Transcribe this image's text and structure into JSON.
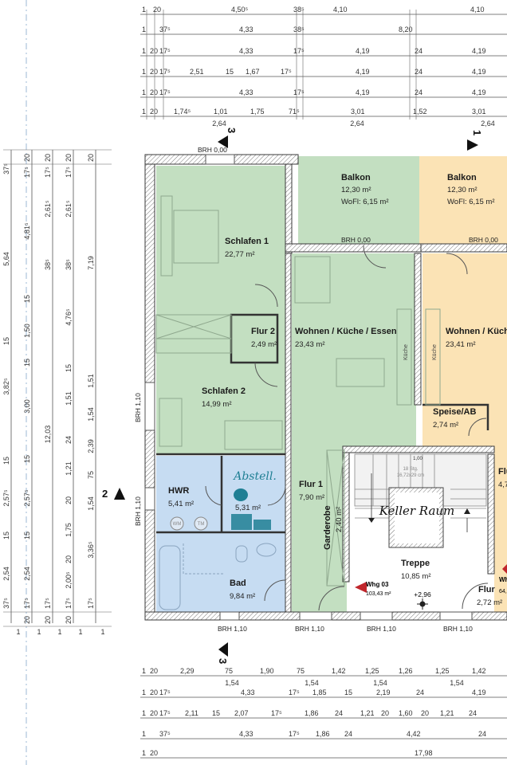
{
  "colors": {
    "green_unit": "#c3dfc1",
    "blue_wet": "#c6dcf2",
    "yellow_unit": "#fbe3b5",
    "stair": "#ffffff",
    "wall": "#3a3a3a",
    "annotation_teal": "#1f7f94",
    "marker_red": "#c0262c"
  },
  "top_dimensions": [
    [
      "1",
      "20",
      "4,50⁵",
      "38⁵",
      "4,10",
      "4,10"
    ],
    [
      "1",
      "37⁵",
      "4,33",
      "38⁵",
      "8,20"
    ],
    [
      "1",
      "20",
      "17⁵",
      "4,33",
      "17⁵",
      "4,19",
      "24",
      "4,19"
    ],
    [
      "1",
      "20",
      "17⁵",
      "2,51",
      "15",
      "1,67",
      "17⁵",
      "4,19",
      "24",
      "4,19"
    ],
    [
      "1",
      "20",
      "17⁵",
      "4,33",
      "17⁵",
      "4,19",
      "24",
      "4,19"
    ],
    [
      "1",
      "20",
      "1,74⁵",
      "1,01",
      "1,75",
      "71⁵",
      "3,01",
      "1,52",
      "3,01"
    ]
  ],
  "top_sub_labels": [
    "2,64",
    "2,64",
    "2,64"
  ],
  "bottom_dimensions": [
    [
      "1",
      "20",
      "2,29",
      "75",
      "1,90",
      "75",
      "1,42",
      "1,25",
      "1,26",
      "1,25",
      "1,42"
    ],
    [
      "1",
      "20",
      "17⁵",
      "4,33",
      "17⁵",
      "1,85",
      "15",
      "2,19",
      "24",
      "4,19"
    ],
    [
      "1",
      "20",
      "17⁵",
      "2,11",
      "15",
      "2,07",
      "17⁵",
      "1,86",
      "24",
      "1,21",
      "20",
      "1,60",
      "20",
      "1,21",
      "24"
    ],
    [
      "1",
      "37⁵",
      "4,33",
      "17⁵",
      "1,86",
      "24",
      "4,42",
      "24"
    ],
    [
      "1",
      "20",
      "17,98"
    ]
  ],
  "bottom_sub_labels": [
    "1,54",
    "1,54",
    "1,54",
    "1,54"
  ],
  "left_dimensions": {
    "col1": [
      "37⁵",
      "5,64",
      "15",
      "3,82⁵",
      "15",
      "2,57⁵",
      "15",
      "2,54",
      "37⁵"
    ],
    "col2": [
      "20",
      "17⁵",
      "4,81⁵",
      "15",
      "1,50",
      "15",
      "3,00",
      "15",
      "2,57⁵",
      "15",
      "2,54",
      "17⁵",
      "20"
    ],
    "col3": [
      "20",
      "17⁵",
      "2,61⁵",
      "38⁵",
      "12,03",
      "17⁵",
      "20"
    ],
    "col4": [
      "20",
      "17⁵",
      "2,61⁵",
      "38⁵",
      "4,76⁵",
      "15",
      "1,51",
      "24",
      "1,21",
      "20",
      "1,75",
      "20",
      "2,00⁵",
      "17⁵",
      "20"
    ],
    "col5": [
      "20",
      "7,19",
      "1,51",
      "1,54",
      "2,39",
      "75",
      "1,54",
      "3,36⁵",
      "17⁵"
    ],
    "ends": [
      "1",
      "1",
      "1",
      "1",
      "1"
    ]
  },
  "section_markers": {
    "s3_top": "3",
    "s1_top": "1",
    "s2_left": "2",
    "s3_bottom": "3"
  },
  "rooms": {
    "schlafen1": {
      "name": "Schlafen 1",
      "area": "22,77 m²"
    },
    "balkon_left": {
      "name": "Balkon",
      "area": "12,30 m²",
      "wofl": "WoFl: 6,15 m²"
    },
    "balkon_right": {
      "name": "Balkon",
      "area": "12,30 m²",
      "wofl": "WoFl: 6,15 m²"
    },
    "flur2": {
      "name": "Flur 2",
      "area": "2,49 m²"
    },
    "wohnen_left": {
      "name": "Wohnen / Küche / Essen",
      "area": "23,43 m²"
    },
    "wohnen_right": {
      "name": "Wohnen / Küch",
      "area": "23,41 m²"
    },
    "schlafen2": {
      "name": "Schlafen 2",
      "area": "14,99 m²"
    },
    "speise": {
      "name": "Speise/AB",
      "area": "2,74 m²"
    },
    "hwr": {
      "name": "HWR",
      "area": "5,41 m²"
    },
    "abstell": {
      "name": "Abstell.",
      "area": "5,31 m²"
    },
    "flur1": {
      "name": "Flur 1",
      "area": "7,90 m²"
    },
    "garderobe": {
      "name": "Garderobe",
      "area": "2,40 m²"
    },
    "flur_right": {
      "name": "Flu",
      "area": "4,7"
    },
    "treppe": {
      "name": "Treppe",
      "area": "10,85 m²"
    },
    "bad": {
      "name": "Bad",
      "area": "9,84 m²"
    },
    "flur_small": {
      "name": "Flur",
      "area": "2,72 m²"
    },
    "keller": {
      "name": "Keller Raum"
    }
  },
  "labels": {
    "kueche_left": "Küche",
    "kueche_right": "Küche",
    "wm": "WM",
    "tm": "TM",
    "stairs_count": "18 Stg.",
    "stairs_size": "16,72x29 cm",
    "shaft_dim": "1,00",
    "level": "+2,96",
    "unit_left": "Whg 03",
    "unit_left_area": "103,43 m²",
    "unit_right": "Wh",
    "unit_right_area": "64,"
  },
  "brh": {
    "top_window": "BRH 0,00",
    "balkon_left": "BRH 0,00",
    "balkon_right": "BRH 0,00",
    "left_upper": "BRH 1,10",
    "left_lower": "BRH 1,10",
    "bottom_1": "BRH 1,10",
    "bottom_2": "BRH 1,10",
    "bottom_3": "BRH 1,10",
    "bottom_4": "BRH 1,10"
  }
}
